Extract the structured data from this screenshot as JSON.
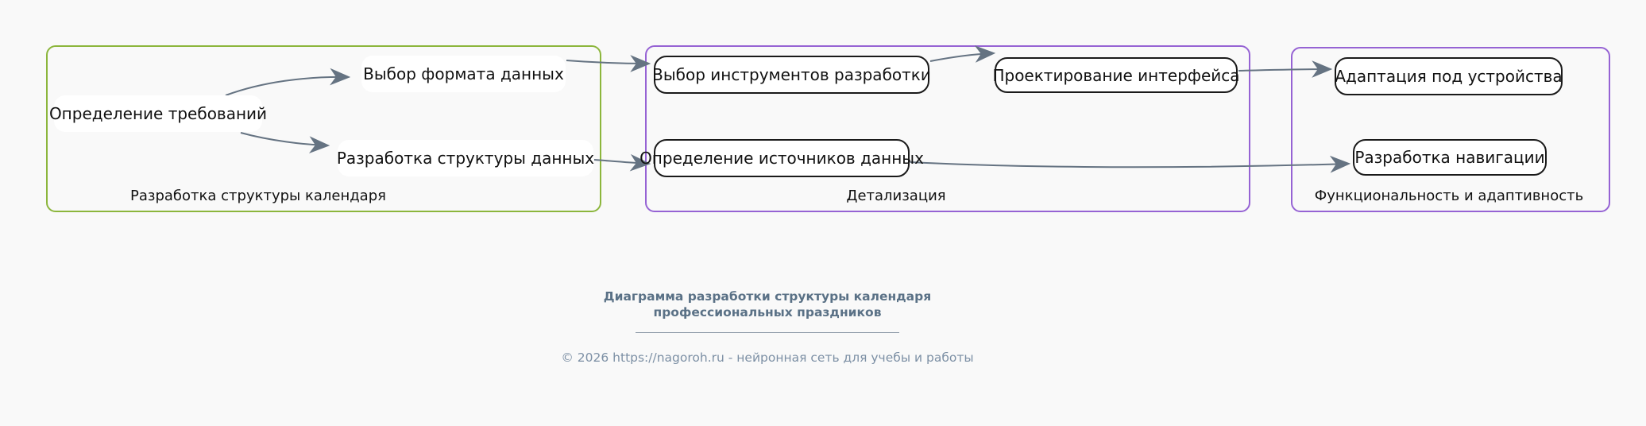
{
  "colors": {
    "bg": "#f9f9f9",
    "node-bg": "#ffffff",
    "text": "#111111",
    "node-border": "#1a1a1a",
    "edge": "#657382",
    "group-green": "#8cb63c",
    "group-purple": "#9663d4",
    "title": "#5a7186",
    "footer": "#7d90a5",
    "rule": "#8b98a6"
  },
  "diagram": {
    "groups": {
      "g1": {
        "label": "Разработка структуры календаря",
        "border_color": "#8cb63c"
      },
      "g2": {
        "label": "Детализация",
        "border_color": "#9663d4"
      },
      "g3": {
        "label": "Функциональность и адаптивность",
        "border_color": "#9663d4"
      }
    },
    "nodes": {
      "n1": {
        "label": "Определение требований",
        "group": "g1",
        "style": "plain"
      },
      "n2": {
        "label": "Выбор формата данных",
        "group": "g1",
        "style": "plain"
      },
      "n3": {
        "label": "Разработка структуры данных",
        "group": "g1",
        "style": "plain"
      },
      "n4": {
        "label": "Выбор инструментов разработки",
        "group": "g2",
        "style": "outlined"
      },
      "n5": {
        "label": "Определение источников данных",
        "group": "g2",
        "style": "outlined"
      },
      "n6": {
        "label": "Проектирование интерфейса",
        "group": "g2",
        "style": "outlined"
      },
      "n7": {
        "label": "Адаптация под устройства",
        "group": "g3",
        "style": "outlined"
      },
      "n8": {
        "label": "Разработка навигации",
        "group": "g3",
        "style": "outlined"
      }
    },
    "edges": [
      {
        "from": "Определение требований",
        "to": "Выбор формата данных"
      },
      {
        "from": "Определение требований",
        "to": "Разработка структуры данных"
      },
      {
        "from": "Выбор формата данных",
        "to": "Выбор инструментов разработки"
      },
      {
        "from": "Разработка структуры данных",
        "to": "Определение источников данных"
      },
      {
        "from": "Выбор инструментов разработки",
        "to": "Проектирование интерфейса"
      },
      {
        "from": "Проектирование интерфейса",
        "to": "Адаптация под устройства"
      },
      {
        "from": "Определение источников данных",
        "to": "Разработка навигации"
      }
    ]
  },
  "caption": {
    "title_line1": "Диаграмма разработки структуры календаря",
    "title_line2": "профессиональных праздников"
  },
  "footer": {
    "text": "© 2026 https://nagoroh.ru - нейронная сеть для учебы и работы"
  }
}
